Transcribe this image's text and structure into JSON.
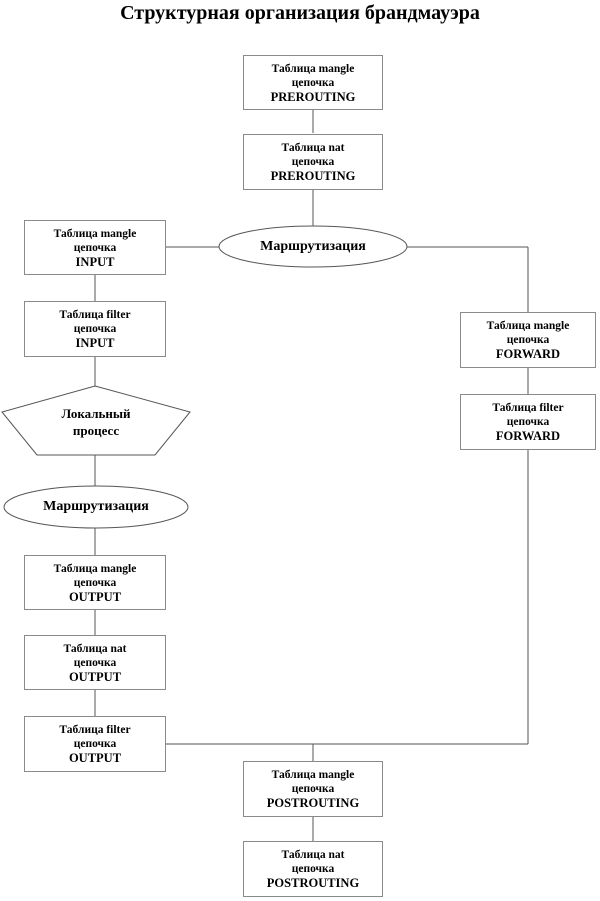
{
  "diagram": {
    "title": "Структурная организация брандмауэра",
    "stroke_color": "#8a8a8a",
    "line_color": "#555555",
    "text_color": "#000000",
    "background": "#ffffff"
  },
  "nodes": {
    "mangle_prerouting": {
      "line1": "Таблица mangle",
      "line2": "цепочка",
      "line3": "PREROUTING"
    },
    "nat_prerouting": {
      "line1": "Таблица nat",
      "line2": "цепочка",
      "line3": "PREROUTING"
    },
    "routing_top": {
      "label": "Маршрутизация"
    },
    "mangle_input": {
      "line1": "Таблица mangle",
      "line2": "цепочка",
      "line3": "INPUT"
    },
    "filter_input": {
      "line1": "Таблица filter",
      "line2": "цепочка",
      "line3": "INPUT"
    },
    "local_process": {
      "line1": "Локальный",
      "line2": "процесс"
    },
    "routing_bottom": {
      "label": "Маршрутизация"
    },
    "mangle_output": {
      "line1": "Таблица mangle",
      "line2": "цепочка",
      "line3": "OUTPUT"
    },
    "nat_output": {
      "line1": "Таблица nat",
      "line2": "цепочка",
      "line3": "OUTPUT"
    },
    "filter_output": {
      "line1": "Таблица filter",
      "line2": "цепочка",
      "line3": "OUTPUT"
    },
    "mangle_forward": {
      "line1": "Таблица mangle",
      "line2": "цепочка",
      "line3": "FORWARD"
    },
    "filter_forward": {
      "line1": "Таблица filter",
      "line2": "цепочка",
      "line3": "FORWARD"
    },
    "mangle_postrouting": {
      "line1": "Таблица mangle",
      "line2": "цепочка",
      "line3": "POSTROUTING"
    },
    "nat_postrouting": {
      "line1": "Таблица nat",
      "line2": "цепочка",
      "line3": "POSTROUTING"
    }
  }
}
